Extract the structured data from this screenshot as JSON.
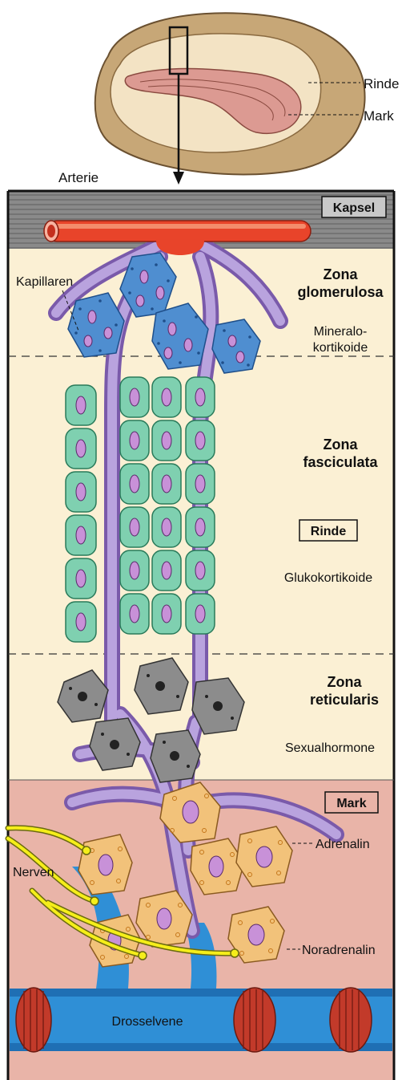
{
  "organ": {
    "labels": {
      "cortex": "Rinde",
      "medulla": "Mark"
    }
  },
  "section": {
    "artery": "Arterie",
    "capsule": "Kapsel",
    "capillaries": "Kapillaren",
    "zones": {
      "glomerulosa": {
        "title_line1": "Zona",
        "title_line2": "glomerulosa",
        "hormone_line1": "Mineralo-",
        "hormone_line2": "kortikoide"
      },
      "fasciculata": {
        "title_line1": "Zona",
        "title_line2": "fasciculata",
        "hormone": "Glukokortikoide"
      },
      "reticularis": {
        "title_line1": "Zona",
        "title_line2": "reticularis",
        "hormone": "Sexualhormone"
      }
    },
    "cortex_box": "Rinde",
    "medulla_box": "Mark",
    "medulla_cells": {
      "adrenalin": "Adrenalin",
      "noradrenalin": "Noradrenalin"
    },
    "nerves": "Nerven",
    "vein": "Drosselvene"
  },
  "colors": {
    "capsule": "#8a8a8a",
    "cortex_bg": "#fbf0d4",
    "medulla_bg": "#e9b4a8",
    "artery": "#e8442a",
    "capillary": "#9a7cc4",
    "glomerulosa_cell": "#4f8ed0",
    "fasciculata_cell": "#7fd0b0",
    "reticularis_cell": "#8c8c8c",
    "medulla_cell": "#f2c27a",
    "nucleus": "#b07ac8",
    "nerve": "#f5ee1a",
    "vein": "#2f8fd6",
    "vein_ring": "#c23a2a"
  }
}
